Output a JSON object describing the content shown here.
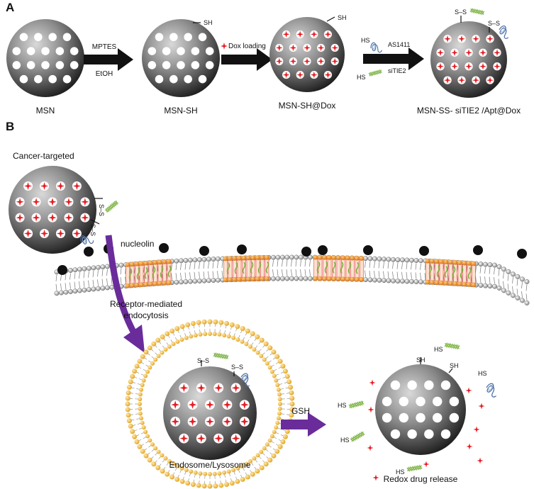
{
  "panels": {
    "a": "A",
    "b": "B"
  },
  "labels": {
    "mptes": "MPTES",
    "etoh": "EtOH",
    "dox_loading": "Dox loading",
    "as1411": "AS1411",
    "sitie2": "siTIE2",
    "msn": "MSN",
    "msn_sh": "MSN-SH",
    "msn_sh_dox": "MSN-SH@Dox",
    "msn_final": "MSN-SS- siTIE2 /Apt@Dox",
    "cancer_targeted": "Cancer-targeted",
    "nucleolin": "nucleolin",
    "receptor_line1": "Receptor-mediated",
    "receptor_line2": "endocytosis",
    "endosome": "Endosome/Lysosome",
    "gsh": "GSH",
    "redox": "Redox drug release",
    "sh": "SH",
    "hs": "HS",
    "ss": "S–S"
  },
  "colors": {
    "drug": "#e51c23",
    "sirna": "#7cb342",
    "aptamer": "#4a6fa5",
    "arrow_purple": "#6a2c9a",
    "lipid_head": "#f2b23a",
    "membrane_head": "#9e9e9e",
    "protein_orange": "#e8891e",
    "nucleolin_dot": "#111111"
  }
}
